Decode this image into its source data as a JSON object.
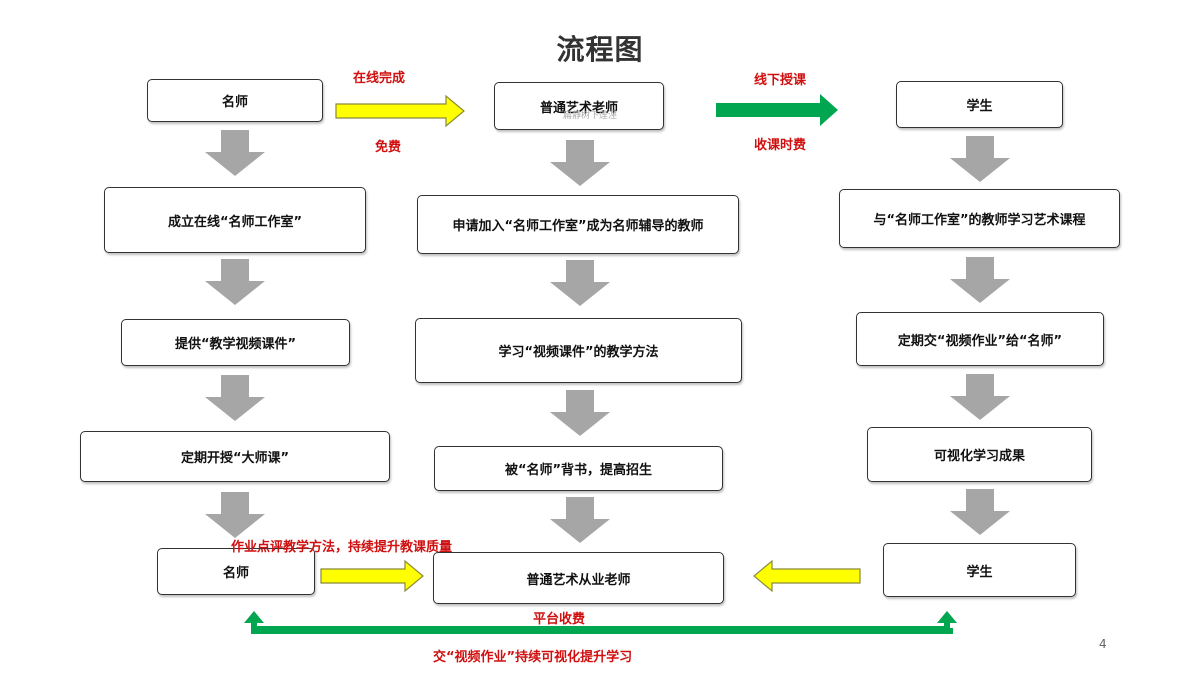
{
  "title": "流程图",
  "boxes": {
    "teacher_top": "名师",
    "art_teacher_top": "普通艺术老师",
    "student_top": "学生",
    "l1": "成立在线“名师工作室”",
    "l2": "提供“教学视频课件”",
    "l3": "定期开授“大师课”",
    "m1": "申请加入“名师工作室”成为名师辅导的教师",
    "m2": "学习“视频课件”的教学方法",
    "m3": "被“名师”背书，提高招生",
    "r1": "与“名师工作室”的教师学习艺术课程",
    "r2": "定期交“视频作业”给“名师”",
    "r3": "可视化学习成果",
    "teacher_bottom": "名师",
    "practitioner_bottom": "普通艺术从业老师",
    "student_bottom": "学生"
  },
  "labels": {
    "online": "在线完成",
    "free": "免费",
    "offline": "线下授课",
    "fee": "收课时费",
    "feedback": "作业点评教学方法，持续提升教课质量",
    "platform_fee": "平台收费",
    "bottom_loop": "交“视频作业”持续可视化提升学习"
  },
  "ghost_text": "扁静树下莲涅",
  "page_number": "4",
  "colors": {
    "yellow_arrow": "#ffff00",
    "yellow_outline": "#8a8a3a",
    "green_arrow": "#00a650",
    "gray_arrow": "#a6a6a6",
    "label_red": "#d01010"
  }
}
